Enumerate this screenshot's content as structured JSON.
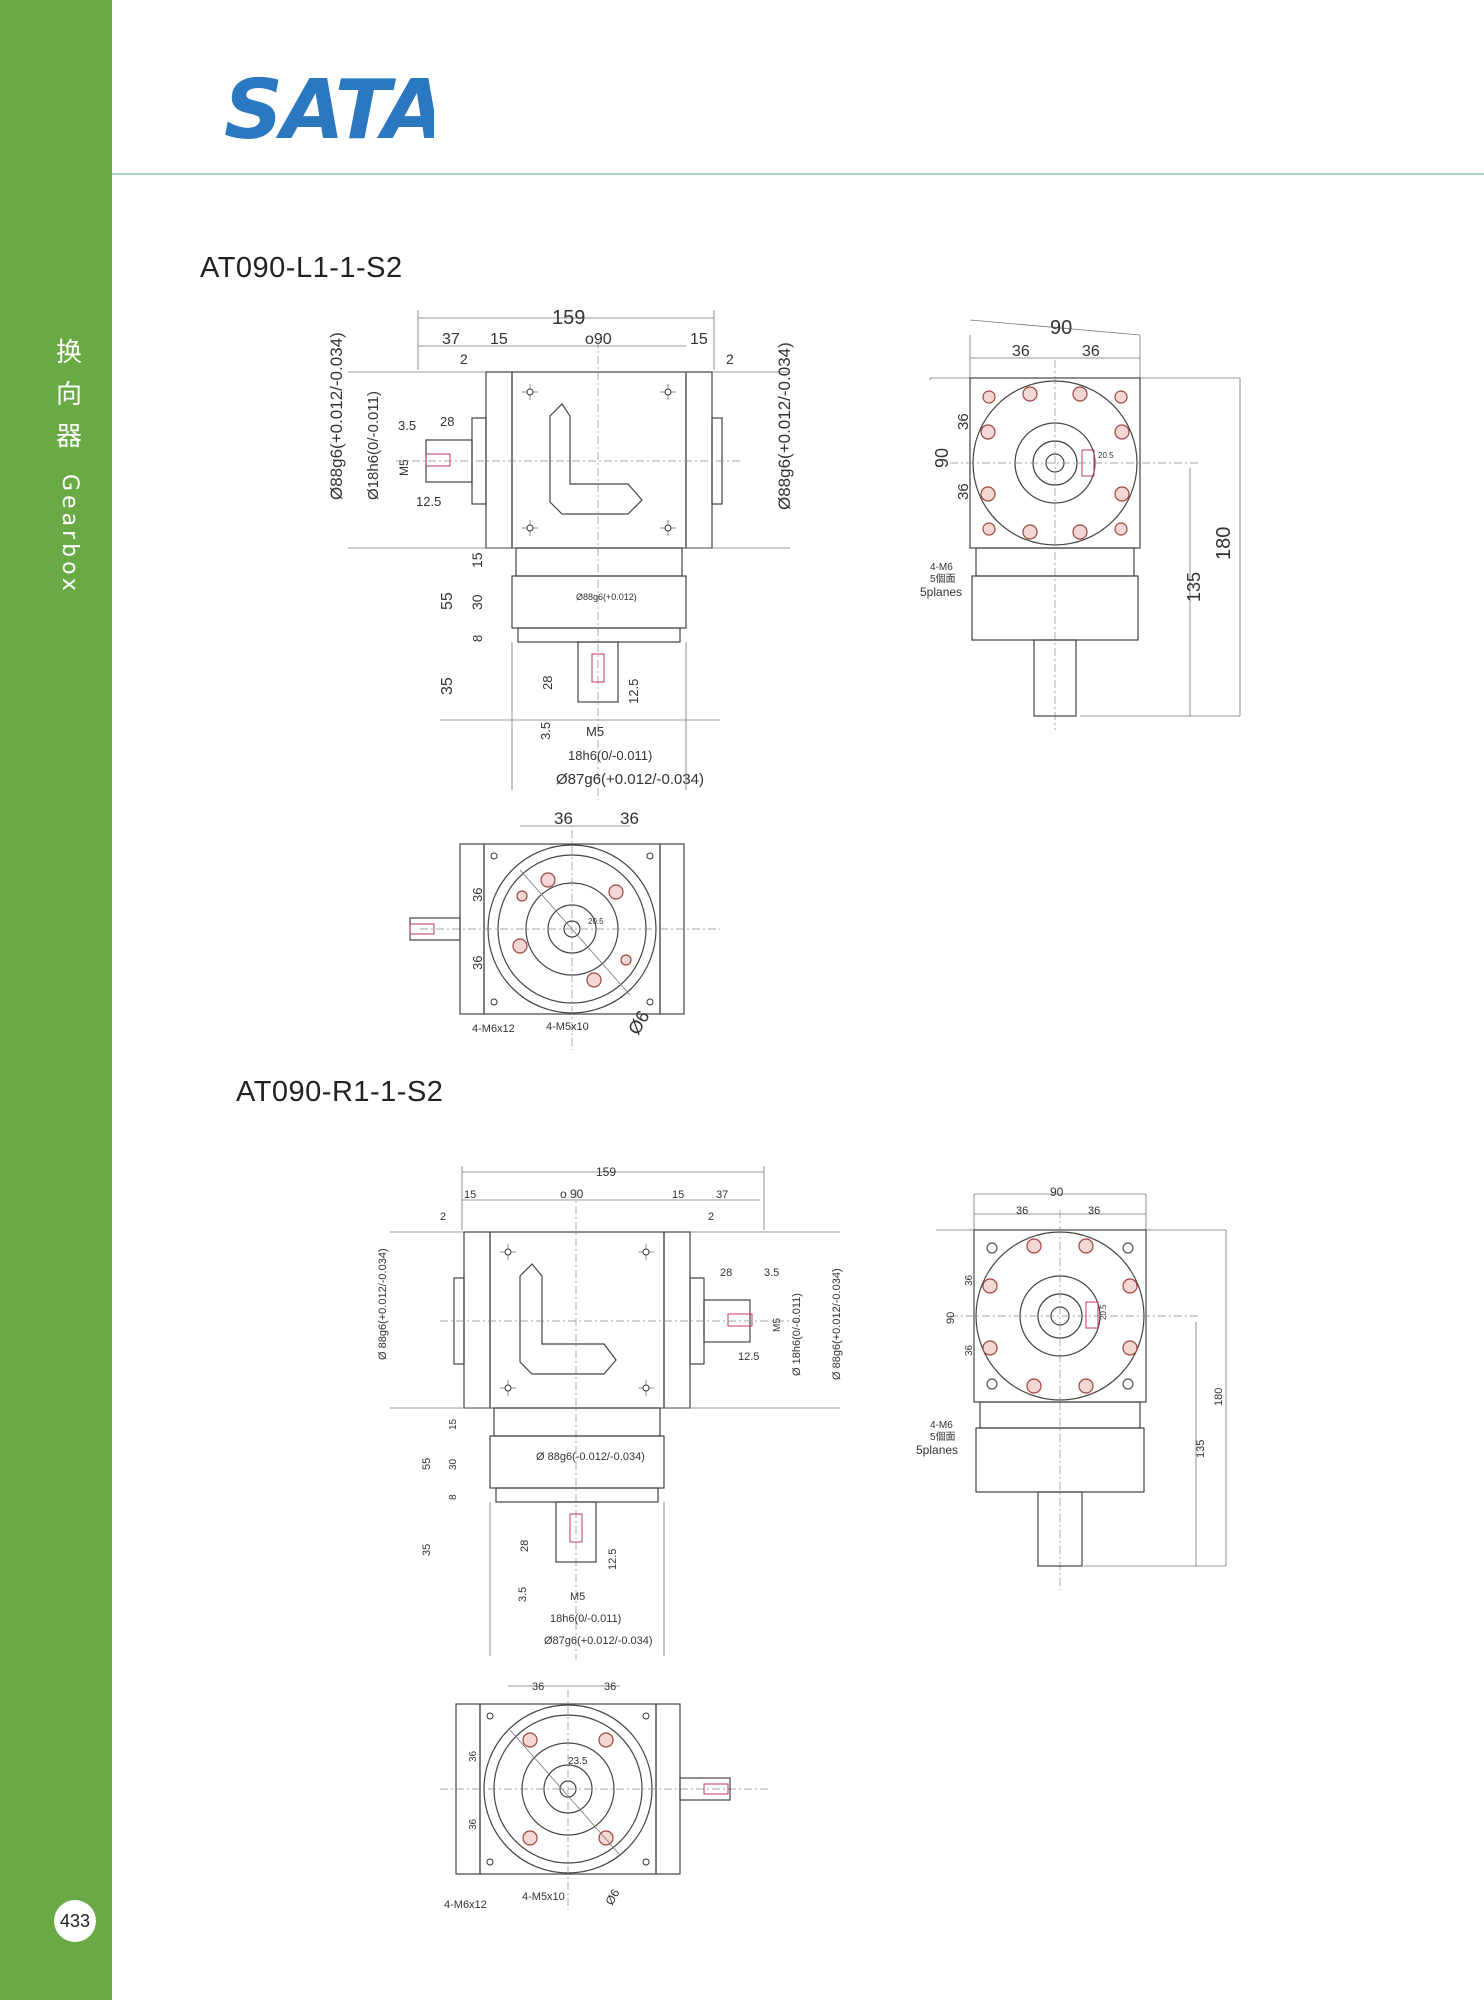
{
  "brand": {
    "logo_text": "SATA",
    "logo_color": "#2b77c0"
  },
  "sidebar": {
    "category_cn": [
      "换",
      "向",
      "器"
    ],
    "category_en": "Gearbox",
    "color": "#6aaa45"
  },
  "page": {
    "number": "433"
  },
  "models": [
    {
      "title": "AT090-L1-1-S2",
      "front": {
        "d_159": "159",
        "d_37": "37",
        "d_15a": "15",
        "d_90": "o90",
        "d_15b": "15",
        "d_2a": "2",
        "d_2b": "2",
        "d_3_5": "3.5",
        "d_28": "28",
        "d_m5": "M5",
        "d_12_5": "12.5",
        "left_dia": "Ø88g6(+0.012/-0.034)",
        "left_shaft": "Ø18h6(0/-0.011)",
        "right_dia": "Ø88g6(+0.012/-0.034)",
        "d_55": "55",
        "d_15c": "15",
        "d_30": "30",
        "d_8": "8",
        "d_35": "35",
        "d_28b": "28",
        "d_3_5b": "3.5",
        "d_m5b": "M5",
        "d_12_5b": "12.5",
        "shaft_label": "18h6(0/-0.011)",
        "bot_dia": "Ø87g6(+0.012/-0.034)",
        "mid_label": "Ø88g6(+0.012)"
      },
      "side": {
        "d_90w": "90",
        "d_36a": "36",
        "d_36b": "36",
        "d_90h": "90",
        "d_36c": "36",
        "d_36d": "36",
        "d_4m6": "4-M6",
        "d_5planes_cn": "5個面",
        "d_5planes": "5planes",
        "d_135": "135",
        "d_180": "180",
        "d_20_5": "20.5"
      },
      "bottom": {
        "d_36a": "36",
        "d_36b": "36",
        "d_36c": "36",
        "d_36d": "36",
        "d_4m6x12": "4-M6x12",
        "d_4m5x10": "4-M5x10",
        "d_phi6": "Ø6",
        "d_20_5": "20.5"
      }
    },
    {
      "title": "AT090-R1-1-S2",
      "front": {
        "d_159": "159",
        "d_37": "37",
        "d_15a": "15",
        "d_90": "o 90",
        "d_15b": "15",
        "d_2a": "2",
        "d_2b": "2",
        "d_3_5": "3.5",
        "d_28": "28",
        "d_m5": "M5",
        "d_12_5": "12.5",
        "left_dia": "Ø 88g6(+0.012/-0.034)",
        "right_shaft": "Ø 18h6(0/-0.011)",
        "right_dia": "Ø 88g6(+0.012/-0.034)",
        "d_55": "55",
        "d_15c": "15",
        "d_30": "30",
        "d_8": "8",
        "d_35": "35",
        "d_28b": "28",
        "d_3_5b": "3.5",
        "d_m5b": "M5",
        "d_12_5b": "12.5",
        "shaft_label": "18h6(0/-0.011)",
        "bot_dia": "Ø87g6(+0.012/-0.034)",
        "mid_label": "Ø 88g6(-0.012/-0.034)"
      },
      "side": {
        "d_90w": "90",
        "d_36a": "36",
        "d_36b": "36",
        "d_90h": "90",
        "d_36c": "36",
        "d_36d": "36",
        "d_4m6": "4-M6",
        "d_5planes_cn": "5個面",
        "d_5planes": "5planes",
        "d_135": "135",
        "d_180": "180",
        "d_20_5": "20.5"
      },
      "bottom": {
        "d_36a": "36",
        "d_36b": "36",
        "d_36c": "36",
        "d_36d": "36",
        "d_4m6x12": "4-M6x12",
        "d_4m5x10": "4-M5x10",
        "d_phi6": "Ø6",
        "d_23_5": "23.5"
      }
    }
  ]
}
